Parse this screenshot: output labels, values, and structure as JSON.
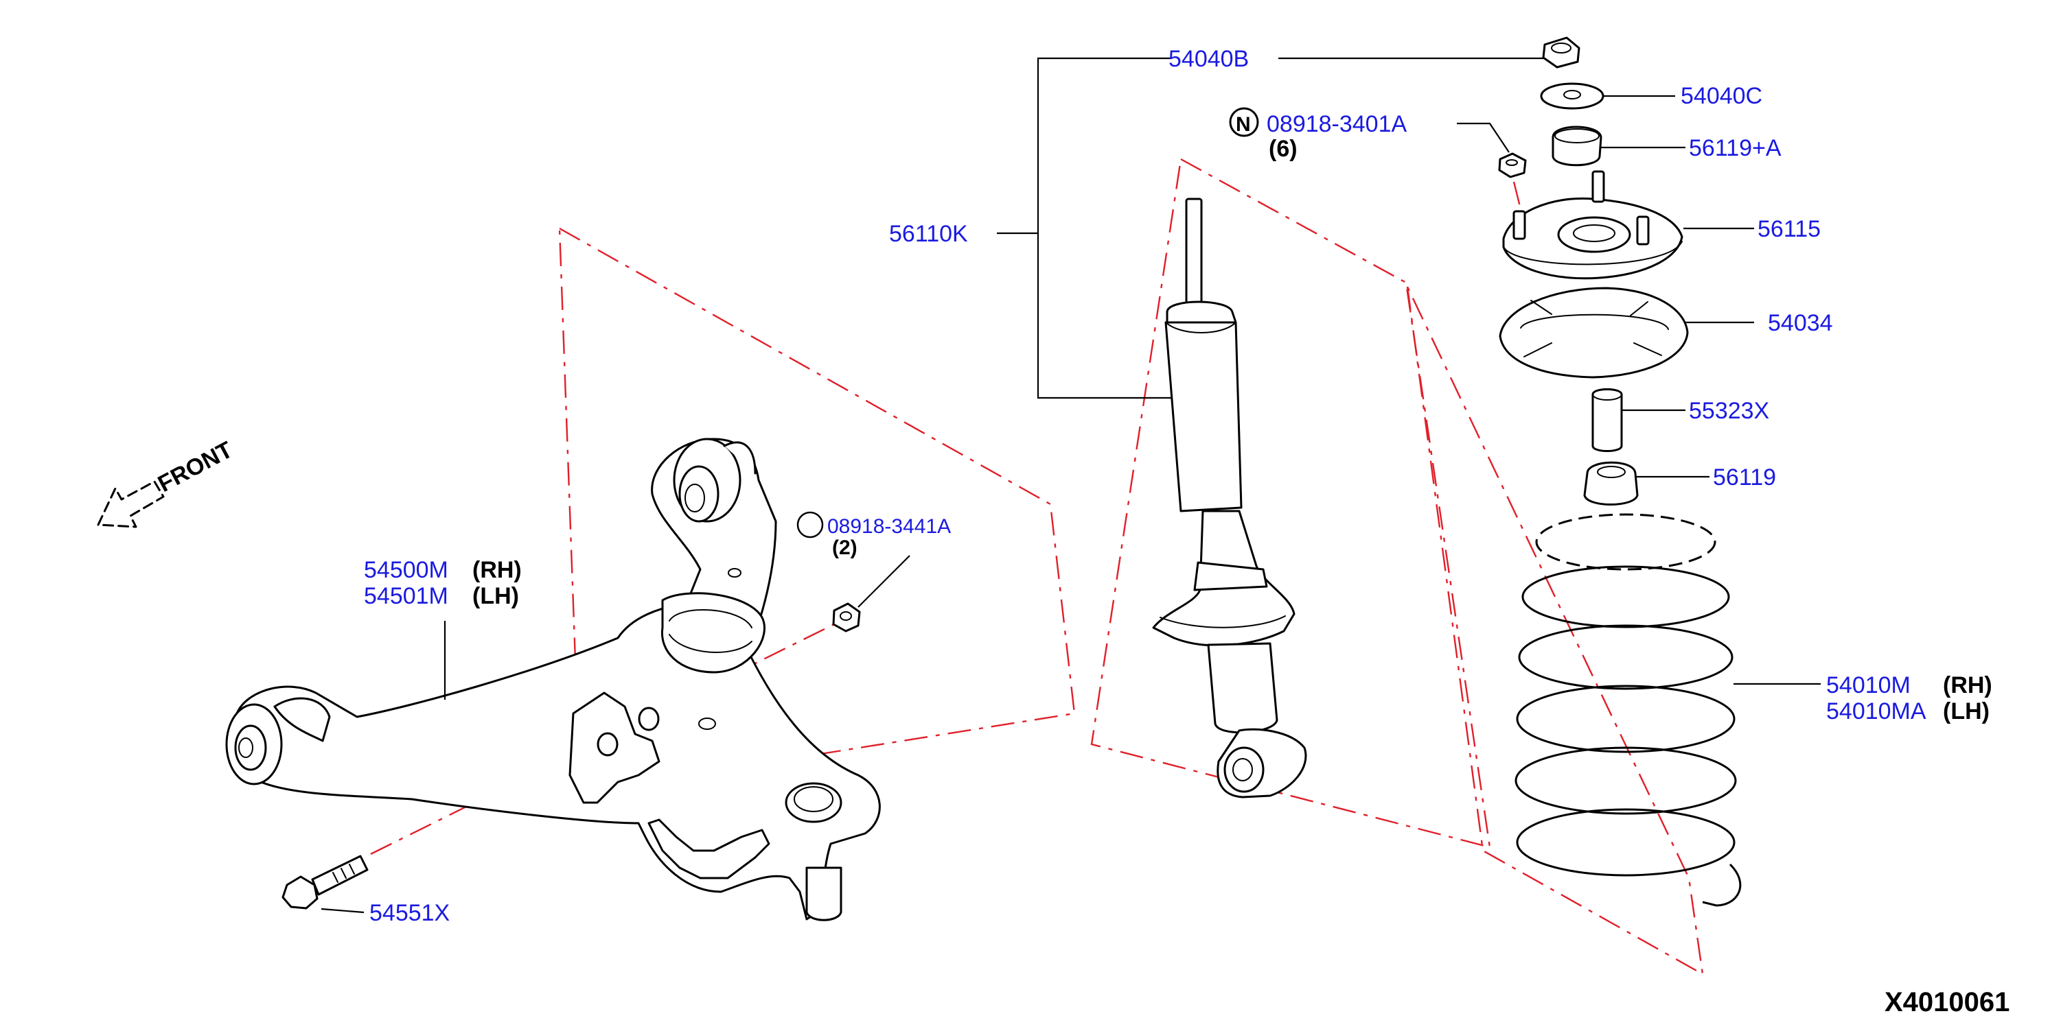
{
  "diagram_id": "X4010061",
  "front_label": "FRONT",
  "n_symbol": "N",
  "callouts": {
    "c_54040B": "54040B",
    "c_54040C": "54040C",
    "c_08918": "08918-3401A",
    "c_08918_qty": "(6)",
    "c_56119A": "56119+A",
    "c_56110K": "56110K",
    "c_56115": "56115",
    "c_54034": "54034",
    "c_55323X": "55323X",
    "c_56119": "56119",
    "c_54500M": "54500M",
    "c_54500M_side": "(RH)",
    "c_54501M": "54501M",
    "c_54501M_side": "(LH)",
    "c_08918b": "08918-3441A",
    "c_08918b_qty": "(2)",
    "c_54010M": "54010M",
    "c_54010M_side": "(RH)",
    "c_54010MA": "54010MA",
    "c_54010MA_side": "(LH)",
    "c_54551X": "54551X"
  }
}
